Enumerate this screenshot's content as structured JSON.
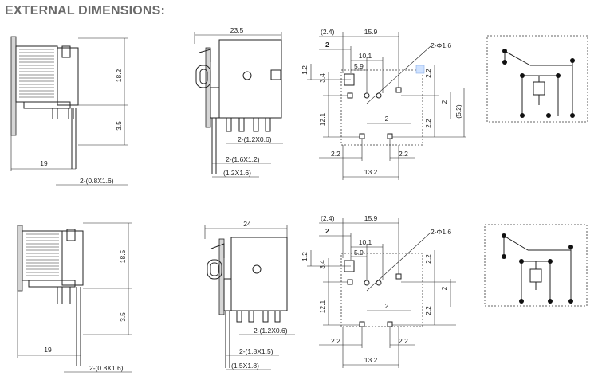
{
  "title": "EXTERNAL DIMENSIONS:",
  "row1": {
    "side_view": {
      "height": "18.2",
      "pin_len": "3.5",
      "width": "19",
      "pin": "2-(0.8X1.6)"
    },
    "front_view": {
      "width": "23.5",
      "pin_a": "2-(1.2X0.6)",
      "pin_b": "2-(1.6X1.2)",
      "pin_c": "(1.2X1.6)"
    },
    "footprint": {
      "d1": "(2.4)",
      "d2": "15.9",
      "d3": "2",
      "d4": "10.1",
      "d5": "5.9",
      "hole": "2-Φ1.6",
      "v1": "1.2",
      "v2": "3.4",
      "v3": "2.2",
      "v4": "12.1",
      "v5": "2",
      "v6": "2.2",
      "v7": "2",
      "v8": "(5.2)",
      "h1": "2.2",
      "h2": "2.2",
      "h3": "13.2"
    }
  },
  "row2": {
    "side_view": {
      "height": "18.5",
      "pin_len": "3.5",
      "width": "19",
      "pin": "2-(0.8X1.6)"
    },
    "front_view": {
      "width": "24",
      "pin_a": "2-(1.2X0.6)",
      "pin_b": "2-(1.8X1.5)",
      "pin_c": "(1.5X1.8)"
    },
    "footprint": {
      "d1": "(2.4)",
      "d2": "15.9",
      "d3": "2",
      "d4": "10.1",
      "d5": "5.9",
      "hole": "2-Φ1.6",
      "v1": "1.2",
      "v2": "3.4",
      "v3": "2.2",
      "v4": "12.1",
      "v5": "2",
      "v6": "2.2",
      "v7": "2",
      "h1": "2.2",
      "h2": "2.2",
      "h3": "13.2"
    }
  }
}
